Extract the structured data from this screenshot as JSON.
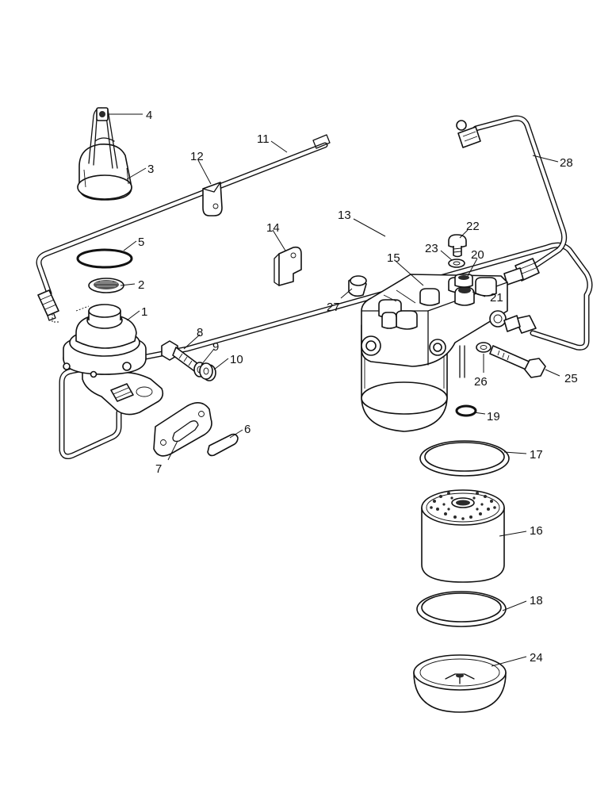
{
  "diagram": {
    "callouts": [
      {
        "id": "c1",
        "text": "1"
      },
      {
        "id": "c2",
        "text": "2"
      },
      {
        "id": "c3",
        "text": "3"
      },
      {
        "id": "c4",
        "text": "4"
      },
      {
        "id": "c5",
        "text": "5"
      },
      {
        "id": "c6",
        "text": "6"
      },
      {
        "id": "c7",
        "text": "7"
      },
      {
        "id": "c8",
        "text": "8"
      },
      {
        "id": "c9",
        "text": "9"
      },
      {
        "id": "c10",
        "text": "10"
      },
      {
        "id": "c11",
        "text": "11"
      },
      {
        "id": "c12",
        "text": "12"
      },
      {
        "id": "c13",
        "text": "13"
      },
      {
        "id": "c14",
        "text": "14"
      },
      {
        "id": "c15",
        "text": "15"
      },
      {
        "id": "c16",
        "text": "16"
      },
      {
        "id": "c17",
        "text": "17"
      },
      {
        "id": "c18",
        "text": "18"
      },
      {
        "id": "c19",
        "text": "19"
      },
      {
        "id": "c20",
        "text": "20"
      },
      {
        "id": "c21",
        "text": "21"
      },
      {
        "id": "c22",
        "text": "22"
      },
      {
        "id": "c23",
        "text": "23"
      },
      {
        "id": "c24",
        "text": "24"
      },
      {
        "id": "c25",
        "text": "25"
      },
      {
        "id": "c26",
        "text": "26"
      },
      {
        "id": "c27",
        "text": "27"
      },
      {
        "id": "c28",
        "text": "28"
      }
    ]
  }
}
